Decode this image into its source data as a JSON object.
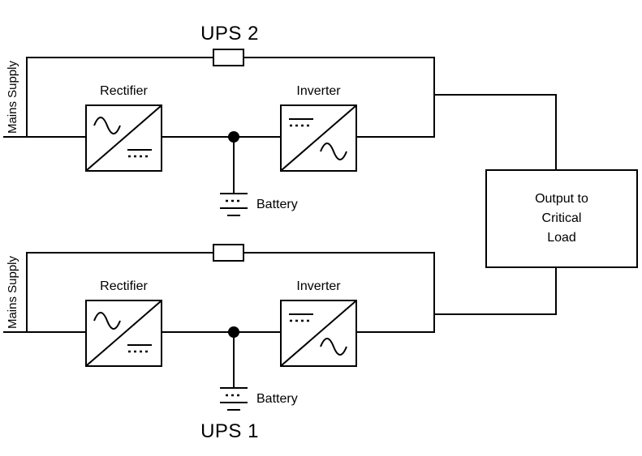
{
  "diagram": {
    "ups2": {
      "title": "UPS 2",
      "mains_label": "Mains Supply",
      "rectifier_label": "Rectifier",
      "inverter_label": "Inverter",
      "battery_label": "Battery"
    },
    "ups1": {
      "title": "UPS 1",
      "mains_label": "Mains Supply",
      "rectifier_label": "Rectifier",
      "inverter_label": "Inverter",
      "battery_label": "Battery"
    },
    "load": {
      "lines": [
        "Output to",
        "Critical",
        "Load"
      ]
    },
    "colors": {
      "line": "#000000",
      "background": "#ffffff"
    }
  }
}
